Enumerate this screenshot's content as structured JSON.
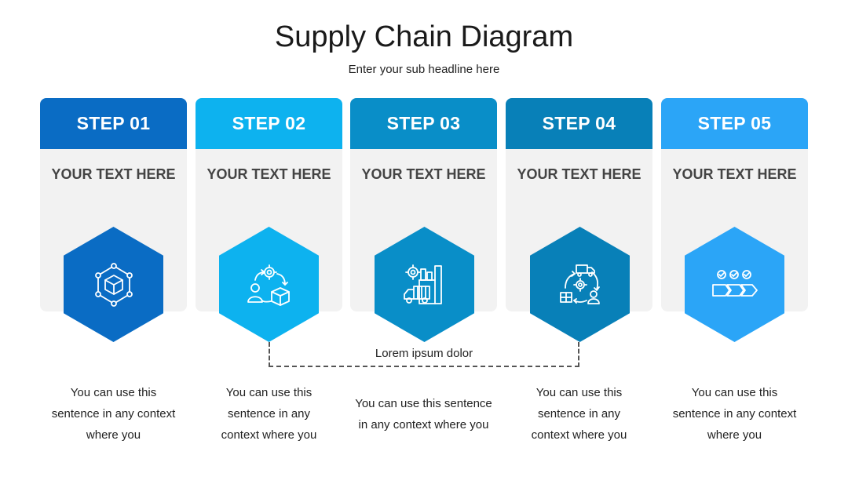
{
  "title": "Supply Chain Diagram",
  "subtitle": "Enter your sub headline here",
  "connector_label": "Lorem ipsum dolor",
  "steps": [
    {
      "label": "STEP 01",
      "heading": "YOUR TEXT HERE",
      "color": "#0a6cc4",
      "icon": "package-network-icon",
      "lines": [
        "You can use this",
        "sentence in any context",
        "where you"
      ]
    },
    {
      "label": "STEP 02",
      "heading": "YOUR TEXT HERE",
      "color": "#0db2ef",
      "icon": "user-gear-box-icon",
      "lines": [
        "You can use this",
        "sentence in any",
        "context where you"
      ]
    },
    {
      "label": "STEP 03",
      "heading": "YOUR TEXT HERE",
      "color": "#098ec8",
      "icon": "factory-truck-icon",
      "lines": [
        "You can use this sentence",
        "in any context where you"
      ]
    },
    {
      "label": "STEP 04",
      "heading": "YOUR TEXT HERE",
      "color": "#0880b8",
      "icon": "logistics-cycle-icon",
      "lines": [
        "You can use this",
        "sentence in any",
        "context where you"
      ]
    },
    {
      "label": "STEP 05",
      "heading": "YOUR TEXT HERE",
      "color": "#2ba5f7",
      "icon": "checklist-arrows-icon",
      "lines": [
        "You can use this",
        "sentence in any context",
        "where you"
      ]
    }
  ]
}
